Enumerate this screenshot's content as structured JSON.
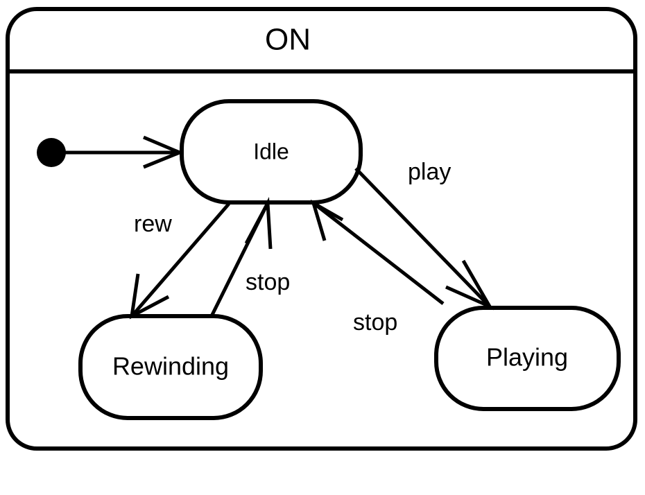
{
  "diagram": {
    "kind": "uml-state-machine-diagram",
    "background_color": "#ffffff",
    "line_color": "#000000",
    "composite_state": {
      "name": "ON",
      "title": "ON"
    },
    "states": [
      {
        "id": "idle",
        "label": "Idle"
      },
      {
        "id": "rewinding",
        "label": "Rewinding"
      },
      {
        "id": "playing",
        "label": "Playing"
      }
    ],
    "initial_pseudostate": {
      "label": ""
    },
    "transitions": [
      {
        "id": "init-to-idle",
        "from": "initial",
        "to": "idle",
        "label": ""
      },
      {
        "id": "idle-to-playing",
        "from": "idle",
        "to": "playing",
        "label": "play"
      },
      {
        "id": "idle-to-rewinding",
        "from": "idle",
        "to": "rewinding",
        "label": "rew"
      },
      {
        "id": "rewinding-to-idle",
        "from": "rewinding",
        "to": "idle",
        "label": "stop"
      },
      {
        "id": "playing-to-idle",
        "from": "playing",
        "to": "idle",
        "label": "stop"
      }
    ]
  }
}
